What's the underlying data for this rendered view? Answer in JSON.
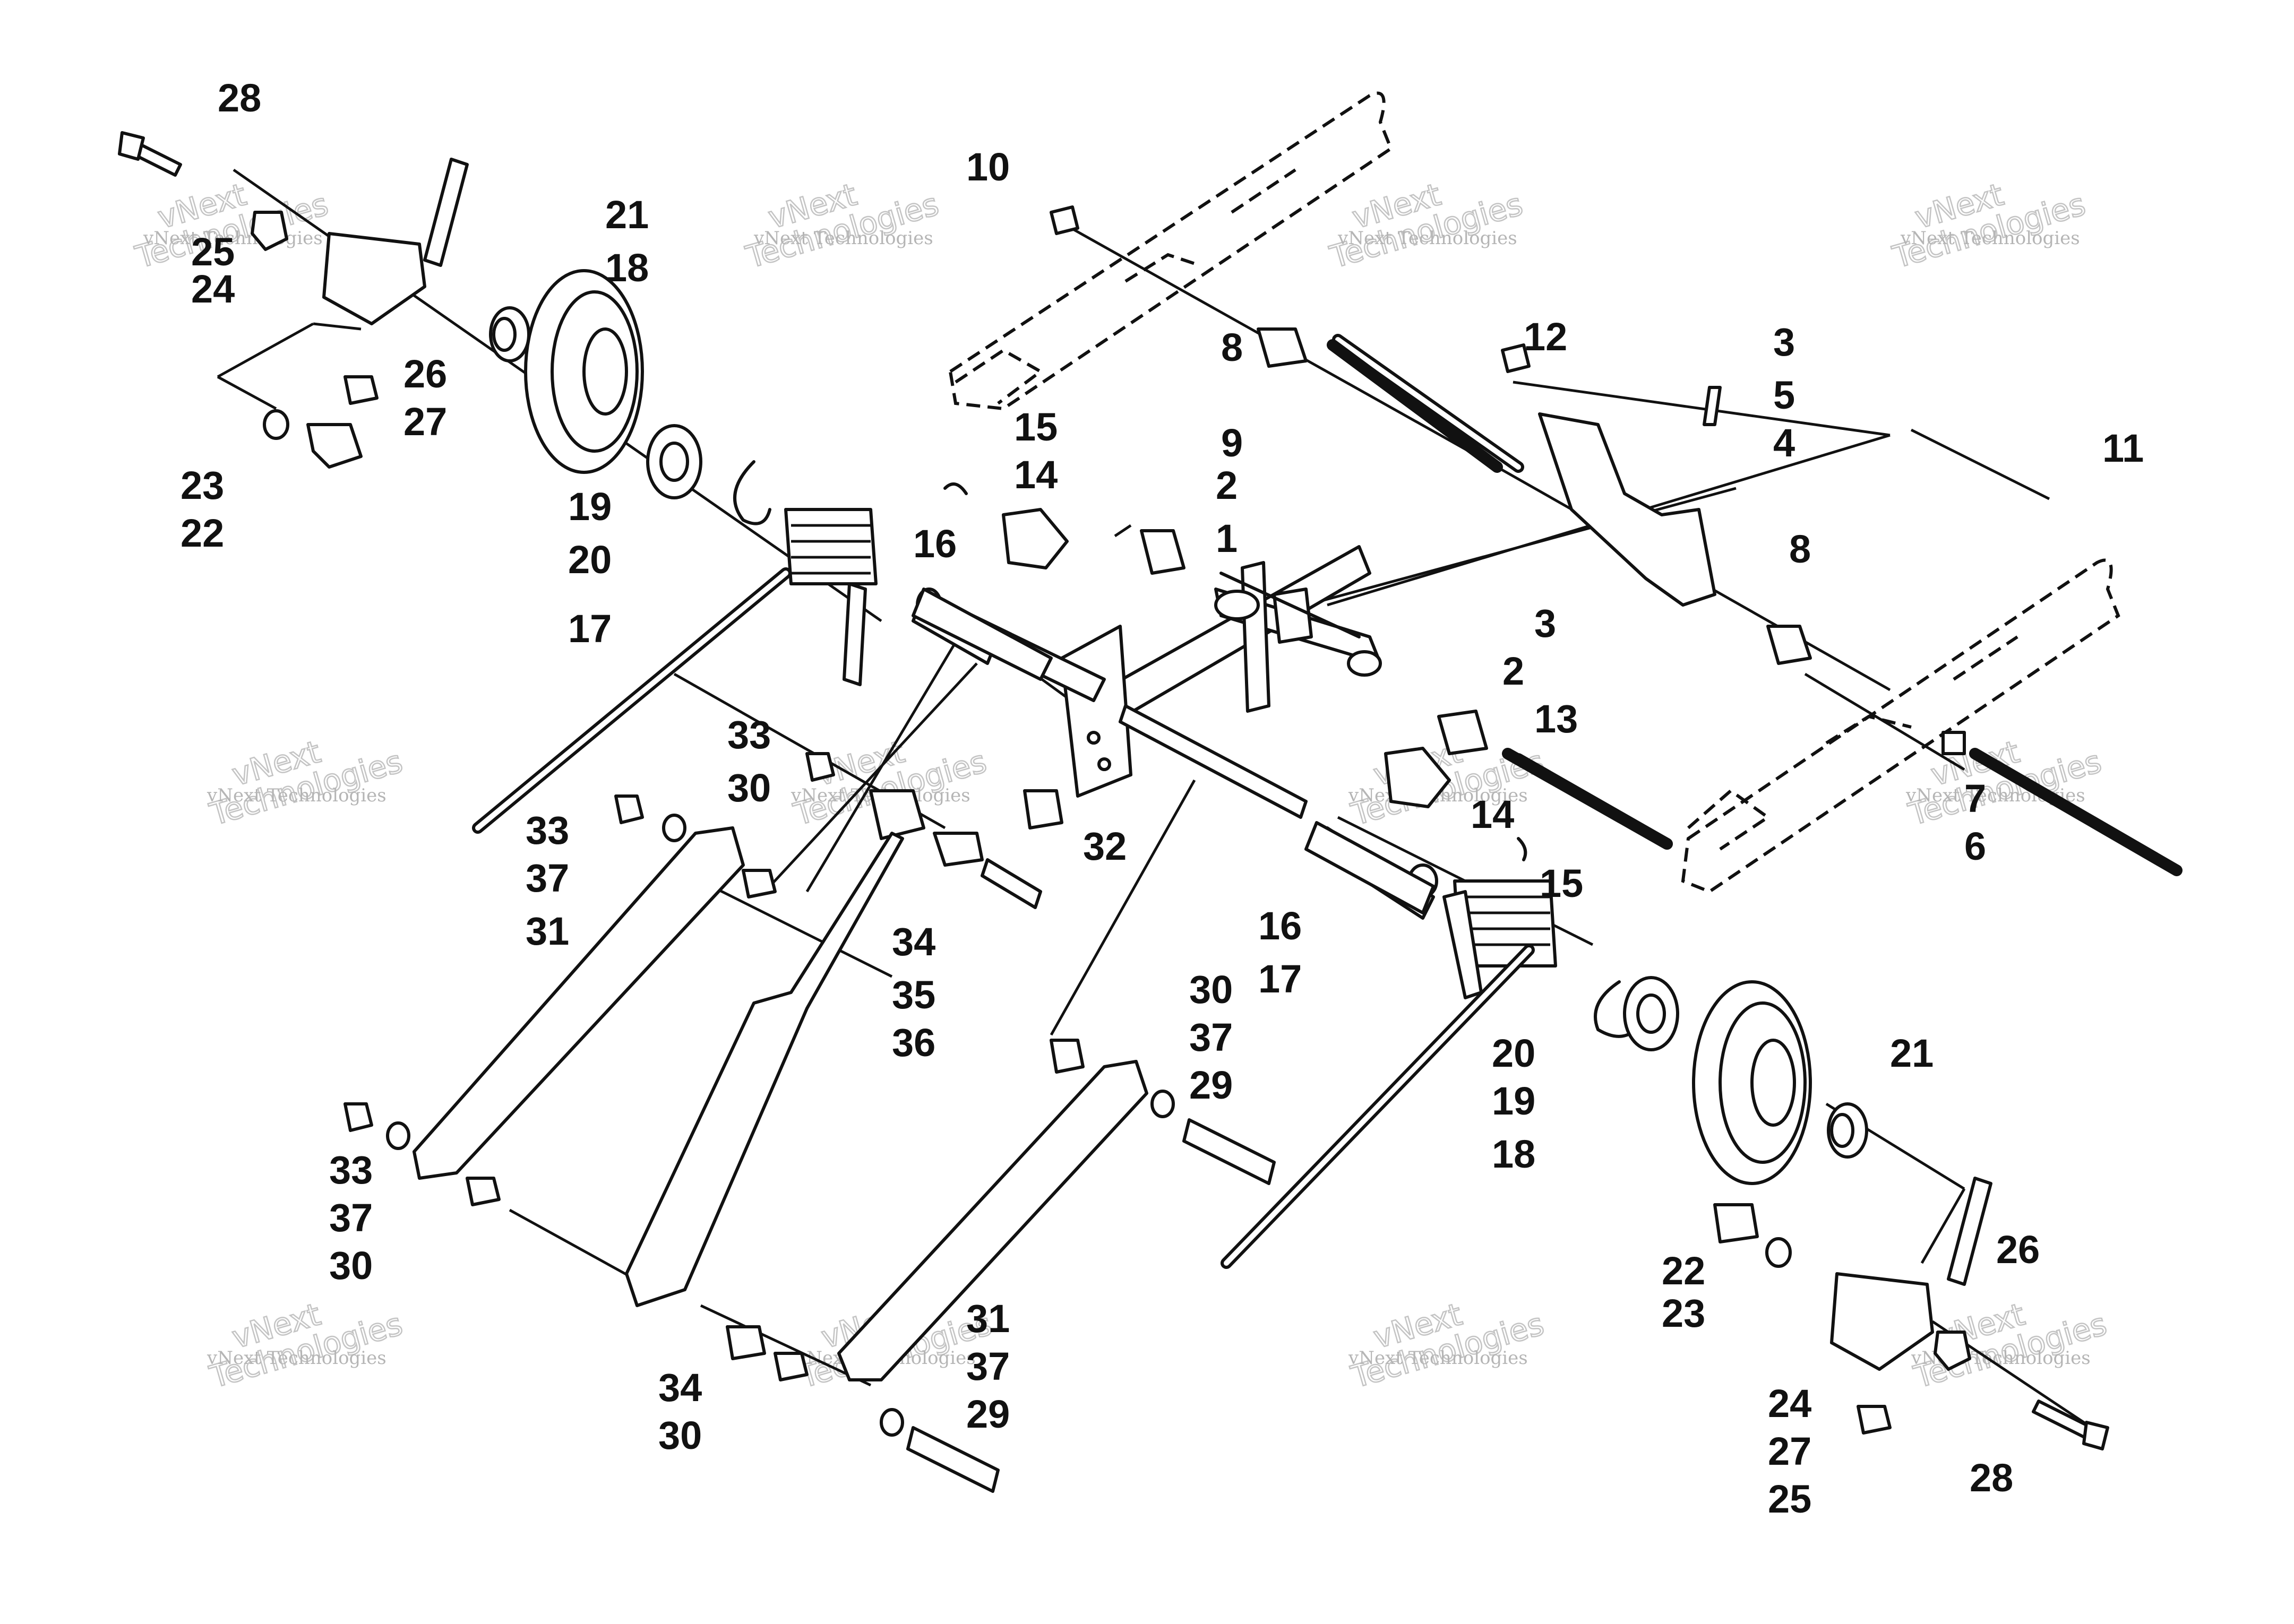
{
  "watermark": {
    "small": "vNext Technologies",
    "large_line1": "vNext",
    "large_line2": "Technologies"
  },
  "callouts": [
    "28",
    "25",
    "24",
    "26",
    "27",
    "23",
    "22",
    "21",
    "18",
    "19",
    "20",
    "10",
    "8",
    "9",
    "12",
    "3",
    "5",
    "4",
    "11",
    "8",
    "15",
    "14",
    "2",
    "1",
    "3",
    "16",
    "17",
    "2",
    "13",
    "14",
    "15",
    "33",
    "30",
    "33",
    "37",
    "31",
    "32",
    "34",
    "35",
    "36",
    "16",
    "17",
    "20",
    "19",
    "18",
    "21",
    "30",
    "37",
    "29",
    "33",
    "37",
    "30",
    "31",
    "37",
    "29",
    "34",
    "30",
    "22",
    "23",
    "26",
    "24",
    "27",
    "25",
    "28",
    "7",
    "6"
  ]
}
